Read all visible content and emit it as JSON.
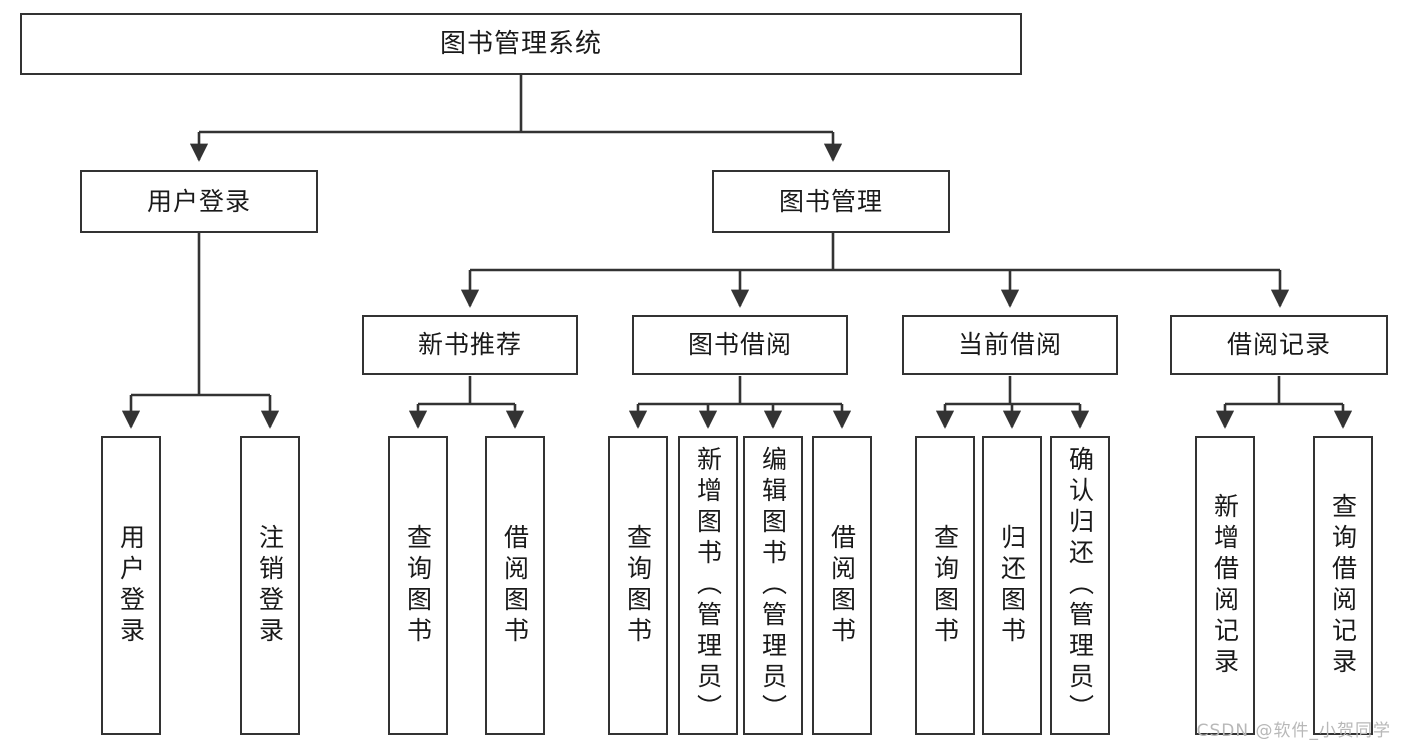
{
  "diagram": {
    "title": "图书管理系统",
    "type": "functional-structure-tree",
    "root": {
      "id": "root",
      "label": "图书管理系统"
    },
    "level2": [
      {
        "id": "user-login",
        "label": "用户登录"
      },
      {
        "id": "book-management",
        "label": "图书管理"
      }
    ],
    "level3": [
      {
        "id": "new-book-recommend",
        "label": "新书推荐",
        "parent": "book-management"
      },
      {
        "id": "book-borrow",
        "label": "图书借阅",
        "parent": "book-management"
      },
      {
        "id": "current-borrow",
        "label": "当前借阅",
        "parent": "book-management"
      },
      {
        "id": "borrow-record",
        "label": "借阅记录",
        "parent": "book-management"
      }
    ],
    "leaves": {
      "user_login": [
        {
          "id": "leaf-user-login",
          "label": "用户登录"
        },
        {
          "id": "leaf-logout-login",
          "label": "注销登录"
        }
      ],
      "new_book_recommend": [
        {
          "id": "leaf-query-book-1",
          "label": "查询图书"
        },
        {
          "id": "leaf-borrow-book-1",
          "label": "借阅图书"
        }
      ],
      "book_borrow": [
        {
          "id": "leaf-query-book-2",
          "label": "查询图书"
        },
        {
          "id": "leaf-add-book",
          "label": "新增图书（管理员）"
        },
        {
          "id": "leaf-edit-book",
          "label": "编辑图书（管理员）"
        },
        {
          "id": "leaf-borrow-book-2",
          "label": "借阅图书"
        }
      ],
      "current_borrow": [
        {
          "id": "leaf-query-book-3",
          "label": "查询图书"
        },
        {
          "id": "leaf-return-book",
          "label": "归还图书"
        },
        {
          "id": "leaf-confirm-return",
          "label": "确认归还（管理员）"
        }
      ],
      "borrow_record": [
        {
          "id": "leaf-add-record",
          "label": "新增借阅记录"
        },
        {
          "id": "leaf-query-record",
          "label": "查询借阅记录"
        }
      ]
    },
    "watermark": "CSDN @软件_小贺同学",
    "colors": {
      "stroke": "#333333",
      "background": "#ffffff",
      "text": "#1a1a1a",
      "watermark": "#b8b8b8"
    }
  }
}
